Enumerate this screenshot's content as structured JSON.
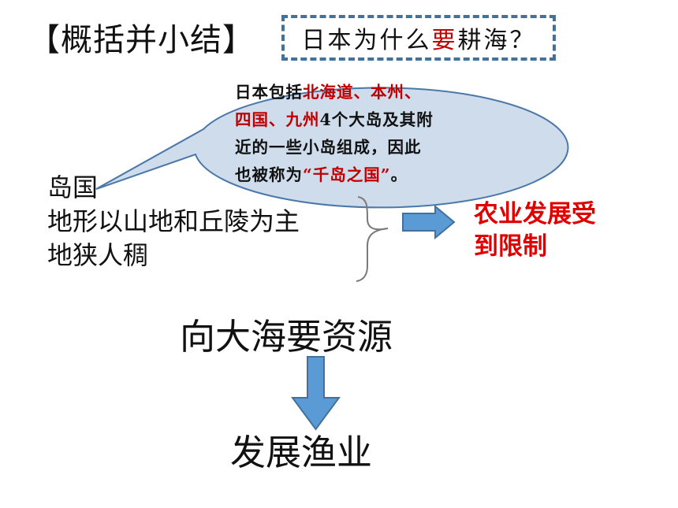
{
  "title": "【概括并小结】",
  "question": {
    "before": "日本为什么",
    "highlight": "要",
    "after": "耕海？"
  },
  "bubble": {
    "line1_a": "日本包括",
    "line1_b": "北海道、本州、",
    "line2_a": "四国、九州",
    "line2_b": "4个大岛及其附",
    "line3": "近的一些小岛组成，因此",
    "line4_a": "也被称为",
    "line4_b": "“千岛之国”",
    "line4_c": "。"
  },
  "features": [
    "岛国",
    "地形以山地和丘陵为主",
    "地狭人稠"
  ],
  "result": {
    "line1": "农业发展受",
    "line2": "到限制"
  },
  "step1": "向大海要资源",
  "step2": "发展渔业",
  "colors": {
    "accent_red": "#c00000",
    "bright_red": "#e00000",
    "arrow_blue": "#5b9bd5",
    "arrow_border": "#41719c",
    "bubble_fill": "#cfdcec"
  }
}
